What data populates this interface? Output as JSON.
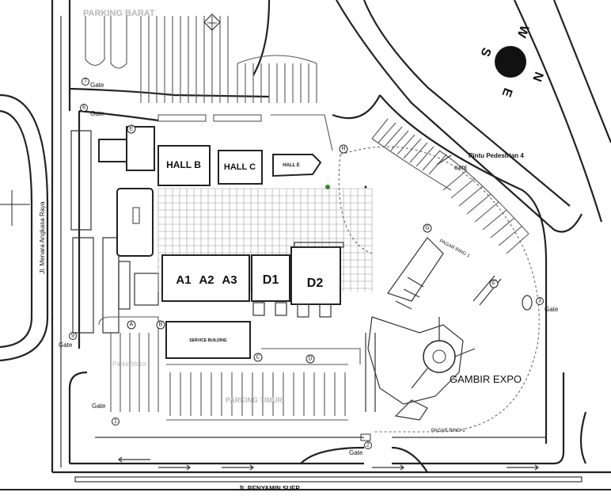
{
  "labels": {
    "parking_barat": "PARKING BARAT",
    "parking_timur": "PARKING TIMUR",
    "parkir_motor": "Parkir Motor",
    "hall_b": "HALL B",
    "hall_c": "HALL C",
    "hall_e": "HALL E",
    "a1": "A1",
    "a2": "A2",
    "a3": "A3",
    "d1": "D1",
    "d2": "D2",
    "service_building": "SERVICE BUILDING",
    "gambir_expo": "GAMBIR EXPO",
    "pintu_pedestrian": "Pintu Pedestrian 4",
    "pagar_ring_1_top": "PAGAR RING 1",
    "pagar_ring_1_bottom": "PAGAR RING-1",
    "jl_benyamin": "JL.BENYAMIN SUEP",
    "jl_menara": "Jl. Menara Angkasa Raya"
  },
  "compass": {
    "n": "N",
    "e": "E",
    "s": "S",
    "w": "W"
  },
  "gates": [
    {
      "num": "7",
      "text": "Gate"
    },
    {
      "num": "6",
      "text": "Gate"
    },
    {
      "num": "9",
      "text": "Gate"
    },
    {
      "num": "1",
      "text": "Gate"
    },
    {
      "num": "2",
      "text": "Gate"
    },
    {
      "num": "3",
      "text": "Gate"
    },
    {
      "num": "",
      "text": "GATE"
    }
  ],
  "markers": {
    "h": "H",
    "g": "G",
    "f": "F",
    "a": "A",
    "b": "B",
    "c": "C",
    "d": "D",
    "e": "E"
  }
}
